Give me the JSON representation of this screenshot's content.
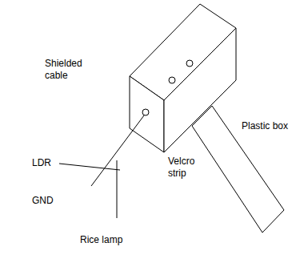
{
  "diagram": {
    "caption": "Rice lamp",
    "labels": [
      "Shielded cable",
      "Plastic box",
      "LDR",
      "GND",
      "Velcro strip"
    ]
  }
}
